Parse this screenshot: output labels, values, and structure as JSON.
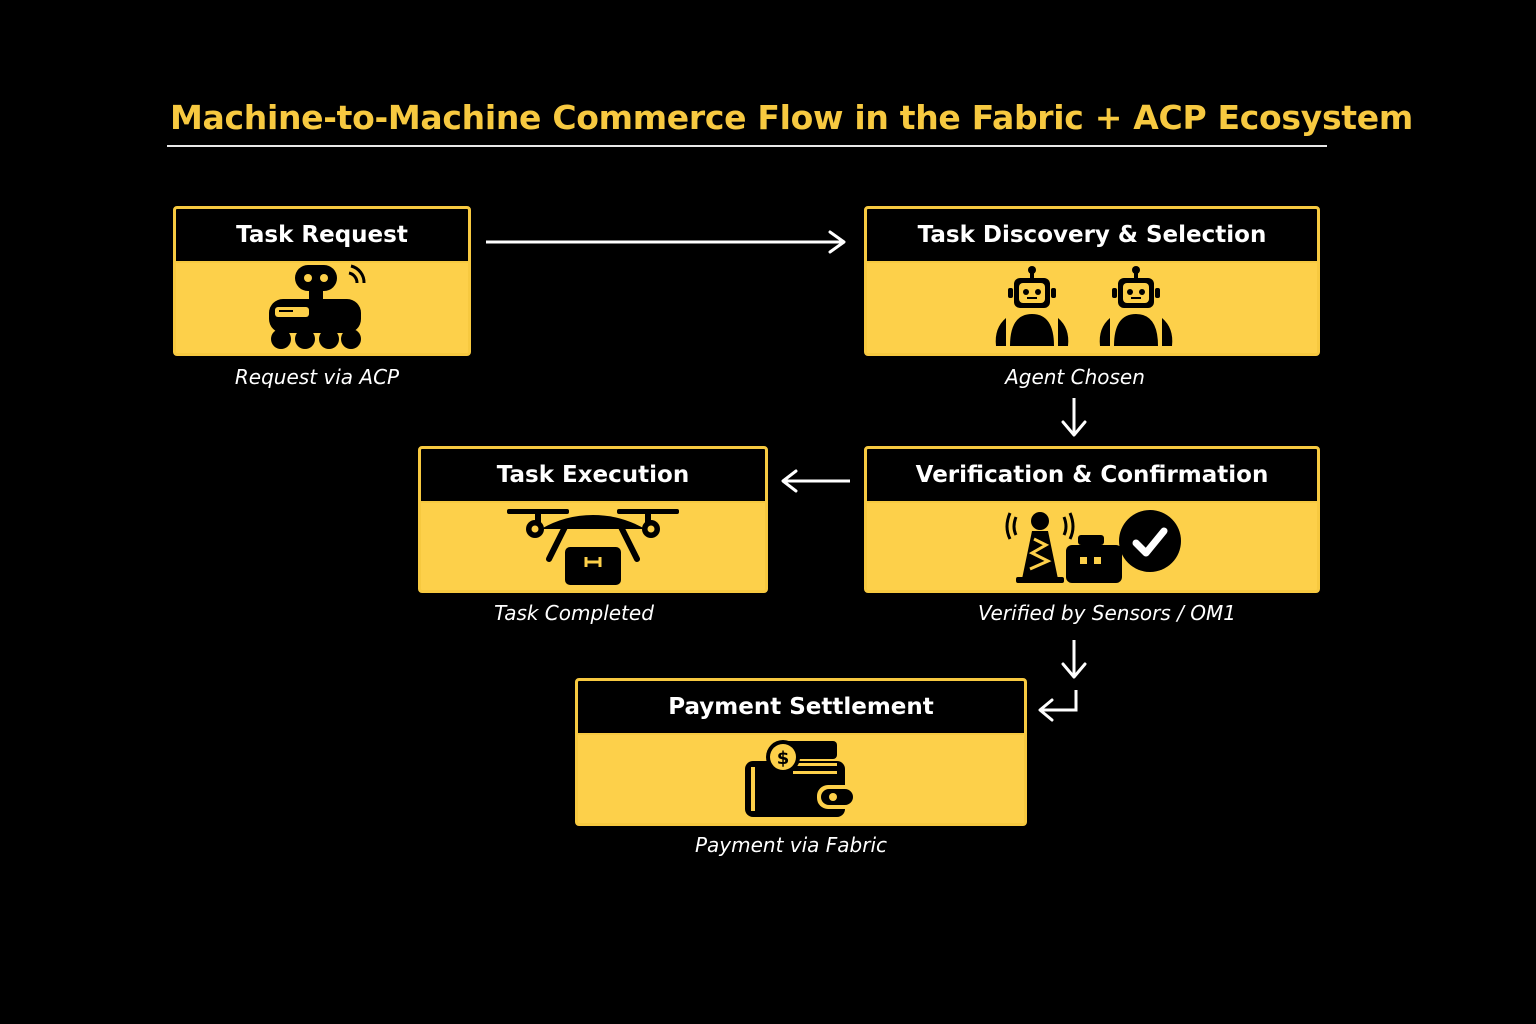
{
  "title": "Machine-to-Machine Commerce Flow in the Fabric + ACP Ecosystem",
  "colors": {
    "accent": "#f7c940",
    "card_fill": "#fdd04a",
    "background": "#000000",
    "text": "#ffffff"
  },
  "steps": [
    {
      "id": "task-request",
      "title": "Task Request",
      "caption": "Request via ACP",
      "icon": "robot-rover-icon"
    },
    {
      "id": "task-discovery",
      "title": "Task Discovery & Selection",
      "caption": "Agent Chosen",
      "icon": "robot-agents-icon"
    },
    {
      "id": "verification",
      "title": "Verification & Confirmation",
      "caption": "Verified by Sensors / OM1",
      "icon": "sensor-tower-check-icon"
    },
    {
      "id": "task-execution",
      "title": "Task Execution",
      "caption": "Task Completed",
      "icon": "delivery-drone-icon"
    },
    {
      "id": "payment",
      "title": "Payment Settlement",
      "caption": "Payment via Fabric",
      "icon": "wallet-coin-icon"
    }
  ],
  "flow": [
    {
      "from": "task-request",
      "to": "task-discovery",
      "direction": "right"
    },
    {
      "from": "task-discovery",
      "to": "verification",
      "direction": "down"
    },
    {
      "from": "verification",
      "to": "task-execution",
      "direction": "left"
    },
    {
      "from": "verification",
      "to": "payment",
      "direction": "down-left"
    }
  ]
}
